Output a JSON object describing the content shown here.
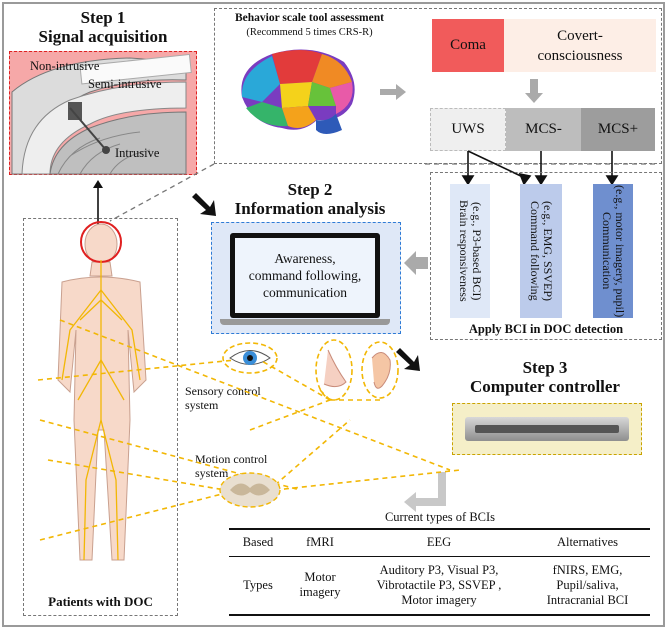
{
  "step1": {
    "title_line1": "Step 1",
    "title_line2": "Signal acquisition",
    "labels": {
      "non_intrusive": "Non-intrusive",
      "semi_intrusive": "Semi-intrusive",
      "intrusive": "Intrusive"
    }
  },
  "step2": {
    "title_line1": "Step 2",
    "title_line2": "Information analysis",
    "screen_text": [
      "Awareness,",
      "command following,",
      "communication"
    ]
  },
  "step3": {
    "title_line1": "Step 3",
    "title_line2": "Computer controller"
  },
  "assessment": {
    "title": "Behavior scale tool assessment",
    "subtitle": "(Recommend  5 times CRS-R)",
    "coma": "Coma",
    "covert": "Covert-consciousness",
    "uws": "UWS",
    "mcs_minus": "MCS-",
    "mcs_plus": "MCS+"
  },
  "bci_apply": {
    "title": "Apply BCI in DOC detection",
    "brain_resp": "Brain responsiveness",
    "brain_resp_sub": "(e.g., P3-based BCI)",
    "command": "Command following",
    "command_sub": "(e.g., EMG, SSVEP)",
    "communication": "Communication",
    "communication_sub": "(e.g., motor imagery, pupil)"
  },
  "body": {
    "label": "Patients with DOC",
    "sensory": [
      "Sensory control",
      "system"
    ],
    "motion": [
      "Motion control",
      "system"
    ]
  },
  "table": {
    "caption": "Current types of BCIs",
    "header": [
      "Based",
      "fMRI",
      "EEG",
      "Alternatives"
    ],
    "row_label": "Types",
    "fmri": [
      "Motor",
      "imagery"
    ],
    "eeg": [
      "Auditory P3, Visual P3,",
      "Vibrotactile P3, SSVEP ,",
      "Motor imagery"
    ],
    "alt": [
      "fNIRS, EMG,",
      "Pupil/saliva,",
      "Intracranial BCI"
    ]
  },
  "colors": {
    "coma": "#f15b5b",
    "covert": "#fdeee6",
    "step1_bg": "#f5a3a3",
    "uws": "#efefef",
    "mcs_minus": "#bdbdbd",
    "mcs_plus": "#9d9d9d",
    "nerve": "#f2b705",
    "blue_box": "#dfe8f7",
    "blue_dark": "#6f8fcf",
    "screen_frame": "#2e7bd6"
  }
}
